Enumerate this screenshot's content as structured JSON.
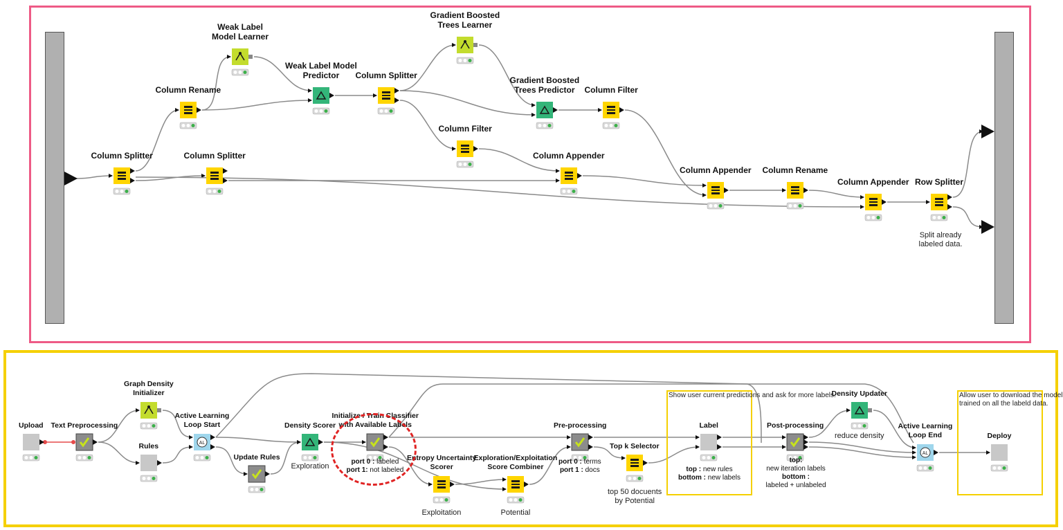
{
  "colors": {
    "top_frame": "#ee5a86",
    "bottom_frame": "#f5d000",
    "manipulator": "#ffd500",
    "learner": "#c3dc2d",
    "predictor": "#33b579",
    "meta": "#9fd6ec",
    "component": "#8c8c8c",
    "empty_component": "#c8c8c8",
    "wire": "#8a8a8a",
    "dashed_circle": "#e02424"
  },
  "top_workflow": {
    "nodes": [
      {
        "id": "cs1",
        "label": "Column Splitter",
        "icon": "column-splitter-icon"
      },
      {
        "id": "cr1",
        "label": "Column Rename",
        "icon": "column-rename-icon"
      },
      {
        "id": "wlml",
        "label": "Weak Label\nModel Learner",
        "icon": "weak-label-learner-icon"
      },
      {
        "id": "wlmp",
        "label": "Weak Label Model\nPredictor",
        "icon": "weak-label-predictor-icon"
      },
      {
        "id": "cs2",
        "label": "Column Splitter",
        "icon": "column-splitter-icon"
      },
      {
        "id": "cs3",
        "label": "Column Splitter",
        "icon": "column-splitter-icon"
      },
      {
        "id": "gbtl",
        "label": "Gradient Boosted\nTrees Learner",
        "icon": "gradient-boosted-learner-icon"
      },
      {
        "id": "gbtp",
        "label": "Gradient Boosted\nTrees Predictor",
        "icon": "gradient-boosted-predictor-icon"
      },
      {
        "id": "cf1",
        "label": "Column Filter",
        "icon": "column-filter-icon"
      },
      {
        "id": "cf2",
        "label": "Column Filter",
        "icon": "column-filter-icon"
      },
      {
        "id": "ca1",
        "label": "Column Appender",
        "icon": "column-appender-icon"
      },
      {
        "id": "ca2",
        "label": "Column Appender",
        "icon": "column-appender-icon"
      },
      {
        "id": "cr2",
        "label": "Column Rename",
        "icon": "column-rename-icon"
      },
      {
        "id": "ca3",
        "label": "Column Appender",
        "icon": "column-appender-icon"
      },
      {
        "id": "rs",
        "label": "Row Splitter",
        "icon": "row-splitter-icon"
      }
    ],
    "row_splitter_note": "Split already\nlabeled data."
  },
  "bottom_workflow": {
    "nodes": [
      {
        "id": "upload",
        "label": "Upload",
        "icon": "upload-icon"
      },
      {
        "id": "tp",
        "label": "Text Preprocessing",
        "icon": "check-icon"
      },
      {
        "id": "gdi",
        "label": "Graph Density\nInitializer",
        "icon": "graph-density-icon"
      },
      {
        "id": "rules",
        "label": "Rules",
        "icon": "rules-icon"
      },
      {
        "id": "als",
        "label": "Active Learning\nLoop Start",
        "icon": "loop-start-icon"
      },
      {
        "id": "ur",
        "label": "Update Rules",
        "icon": "check-icon"
      },
      {
        "id": "ds",
        "label": "Density Scorer",
        "icon": "density-scorer-icon"
      },
      {
        "id": "itc",
        "label": "Initialize / Train Classifier\nwith Available Labels",
        "icon": "check-icon"
      },
      {
        "id": "eus",
        "label": "Entropy Uncertainty\nScorer",
        "icon": "entropy-scorer-icon"
      },
      {
        "id": "esc",
        "label": "Exploration/Exploitation\nScore Combiner",
        "icon": "score-combiner-icon"
      },
      {
        "id": "pp",
        "label": "Pre-processing",
        "icon": "check-icon"
      },
      {
        "id": "tks",
        "label": "Top k Selector",
        "icon": "top-k-selector-icon"
      },
      {
        "id": "label",
        "label": "Label",
        "icon": "label-icon"
      },
      {
        "id": "post",
        "label": "Post-processing",
        "icon": "check-icon"
      },
      {
        "id": "du",
        "label": "Density Updater",
        "icon": "density-updater-icon"
      },
      {
        "id": "ale",
        "label": "Active Learning\nLoop End",
        "icon": "loop-end-icon"
      },
      {
        "id": "deploy",
        "label": "Deploy",
        "icon": "deploy-icon"
      }
    ],
    "sublabels": {
      "exploration": "Exploration",
      "exploitation": "Exploitation",
      "potential": "Potential",
      "reduce_density": "reduce density",
      "top50": "top 50 docuents\nby Potential"
    },
    "notes": {
      "classifier_ports": [
        {
          "key": "port 0 :",
          "val": "labeled"
        },
        {
          "key": "port 1:",
          "val": "not labeled"
        }
      ],
      "preprocessing_ports": [
        {
          "key": "port 0 :",
          "val": "terms"
        },
        {
          "key": "port 1 :",
          "val": "docs"
        }
      ],
      "label_ports": [
        {
          "key": "top :",
          "val": "new rules"
        },
        {
          "key": "bottom :",
          "val": "new labels"
        }
      ],
      "post_ports": [
        "top:",
        "new iteration labels",
        "bottom :",
        "labeled + unlabeled"
      ]
    },
    "annotations": {
      "label_box": "Show user current\npredictions and ask for\nmore labels.",
      "deploy_box": "Allow user to download the\nmodel trained on all the\nlabeld data."
    }
  }
}
